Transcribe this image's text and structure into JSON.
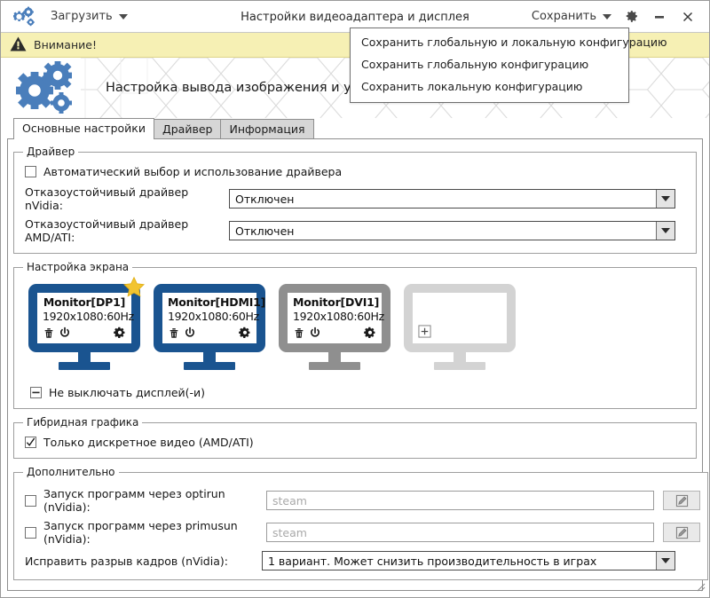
{
  "window": {
    "title": "Настройки видеоадаптера и дисплея",
    "app_icon": "gears-icon",
    "load_button": "Загрузить",
    "save_button": "Сохранить",
    "settings_icon": "gear-icon",
    "minimize_icon": "minimize-icon",
    "close_icon": "close-icon",
    "accent_color": "#1a5490"
  },
  "save_menu": {
    "open": true,
    "items": [
      "Сохранить глобальную и локальную конфигурацию",
      "Сохранить глобальную конфигурацию",
      "Сохранить локальную конфигурацию"
    ]
  },
  "warning": {
    "icon": "warning-triangle-icon",
    "text": "Внимание!",
    "background": "#f6f0b4"
  },
  "banner": {
    "icon": "gears-icon",
    "title": "Настройка вывода изображения и установка драйвера видеокарты"
  },
  "tabs": [
    {
      "label": "Основные настройки",
      "active": true
    },
    {
      "label": "Драйвер",
      "active": false
    },
    {
      "label": "Информация",
      "active": false
    }
  ],
  "driver_group": {
    "legend": "Драйвер",
    "auto_checkbox": {
      "label": "Автоматический выбор и использование драйвера",
      "state": "unchecked"
    },
    "nvidia": {
      "label": "Отказоустойчивый драйвер nVidia:",
      "value": "Отключен"
    },
    "amd": {
      "label": "Отказоустойчивый драйвер AMD/ATI:",
      "value": "Отключен"
    }
  },
  "screen_group": {
    "legend": "Настройка экрана",
    "monitors": [
      {
        "name": "Monitor[DP1]",
        "mode": "1920x1080:60Hz",
        "state": "active",
        "primary": true,
        "icons": [
          "trash-icon",
          "power-icon",
          "gear-icon"
        ]
      },
      {
        "name": "Monitor[HDMI1]",
        "mode": "1920x1080:60Hz",
        "state": "active",
        "primary": false,
        "icons": [
          "trash-icon",
          "power-icon",
          "gear-icon"
        ]
      },
      {
        "name": "Monitor[DVI1]",
        "mode": "1920x1080:60Hz",
        "state": "disabled",
        "primary": false,
        "icons": [
          "trash-icon",
          "power-icon",
          "gear-icon"
        ]
      },
      {
        "name": "",
        "mode": "",
        "state": "empty",
        "primary": false,
        "icons": [
          "plus-icon"
        ]
      }
    ],
    "no_blank_checkbox": {
      "label": "Не выключать дисплей(-и)",
      "state": "indeterminate"
    }
  },
  "hybrid_group": {
    "legend": "Гибридная графика",
    "discrete_checkbox": {
      "label": "Только дискретное видео (AMD/ATI)",
      "state": "checked"
    }
  },
  "extra_group": {
    "legend": "Дополнительно",
    "optirun": {
      "label": "Запуск программ через optirun (nVidia):",
      "state": "unchecked",
      "placeholder": "steam",
      "value": "",
      "edit_icon": "edit-pencil-icon"
    },
    "primusrun": {
      "label": "Запуск программ через primusun (nVidia):",
      "state": "unchecked",
      "placeholder": "steam",
      "value": "",
      "edit_icon": "edit-pencil-icon"
    },
    "tearing": {
      "label": "Исправить разрыв кадров (nVidia):",
      "value": "1 вариант. Может снизить производительность в играх"
    }
  }
}
